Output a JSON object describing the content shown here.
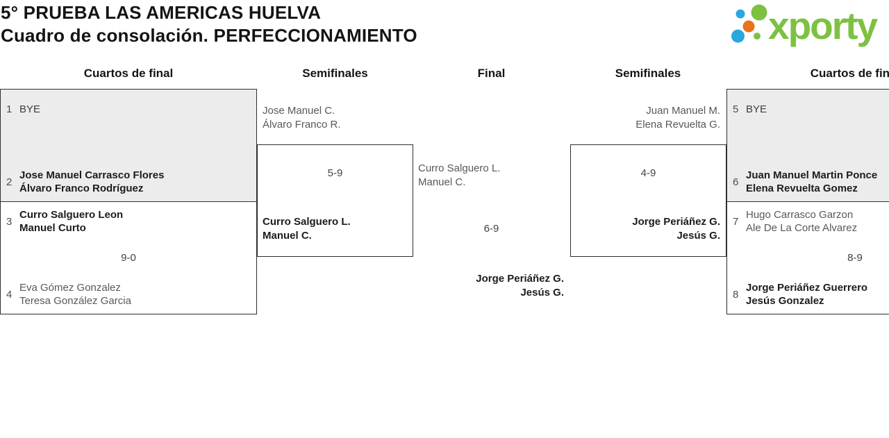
{
  "header": {
    "title_line1": "5° PRUEBA LAS AMERICAS HUELVA",
    "title_line2": "Cuadro de consolación. PERFECCIONAMIENTO"
  },
  "logo": {
    "wordmark": "xporty",
    "colors": {
      "green": "#7dc142",
      "blue": "#29a8e0",
      "orange": "#e8731a"
    }
  },
  "colors": {
    "bye_box_fill": "#ececec",
    "box_border": "#2e2e2e",
    "winner_text": "#1c1c1c",
    "muted_text": "#58585a"
  },
  "rounds": {
    "qf_left": "Cuartos de final",
    "sf_left": "Semifinales",
    "final": "Final",
    "sf_right": "Semifinales",
    "qf_right": "Cuartos de final"
  },
  "matches": {
    "qf_left_top": {
      "team1": {
        "seed": "1",
        "line1": "BYE"
      },
      "team2": {
        "seed": "2",
        "line1": "Jose Manuel Carrasco Flores",
        "line2": "Álvaro Franco Rodríguez"
      }
    },
    "qf_left_bottom": {
      "score": "9-0",
      "team1": {
        "seed": "3",
        "line1": "Curro Salguero Leon",
        "line2": "Manuel Curto"
      },
      "team2": {
        "seed": "4",
        "line1": "Eva Gómez Gonzalez",
        "line2": "Teresa González Garcia"
      }
    },
    "sf_left": {
      "score": "5-9",
      "team_top": {
        "line1": "Jose Manuel C.",
        "line2": "Álvaro Franco R."
      },
      "winner": {
        "line1": "Curro Salguero L.",
        "line2": "Manuel C."
      }
    },
    "final": {
      "score": "6-9",
      "team_top": {
        "line1": "Curro Salguero L.",
        "line2": "Manuel C."
      },
      "winner": {
        "line1": "Jorge Periáñez G.",
        "line2": "Jesús G."
      }
    },
    "sf_right": {
      "score": "4-9",
      "team_top": {
        "line1": "Juan Manuel M.",
        "line2": "Elena Revuelta G."
      },
      "winner": {
        "line1": "Jorge Periáñez G.",
        "line2": "Jesús G."
      }
    },
    "qf_right_top": {
      "team1": {
        "seed": "5",
        "line1": "BYE"
      },
      "team2": {
        "seed": "6",
        "line1": "Juan Manuel Martin Ponce",
        "line2": "Elena Revuelta Gomez"
      }
    },
    "qf_right_bottom": {
      "score": "8-9",
      "team1": {
        "seed": "7",
        "line1": "Hugo Carrasco Garzon",
        "line2": "Ale De La Corte Alvarez"
      },
      "team2": {
        "seed": "8",
        "line1": "Jorge Periáñez Guerrero",
        "line2": "Jesús Gonzalez"
      }
    }
  }
}
